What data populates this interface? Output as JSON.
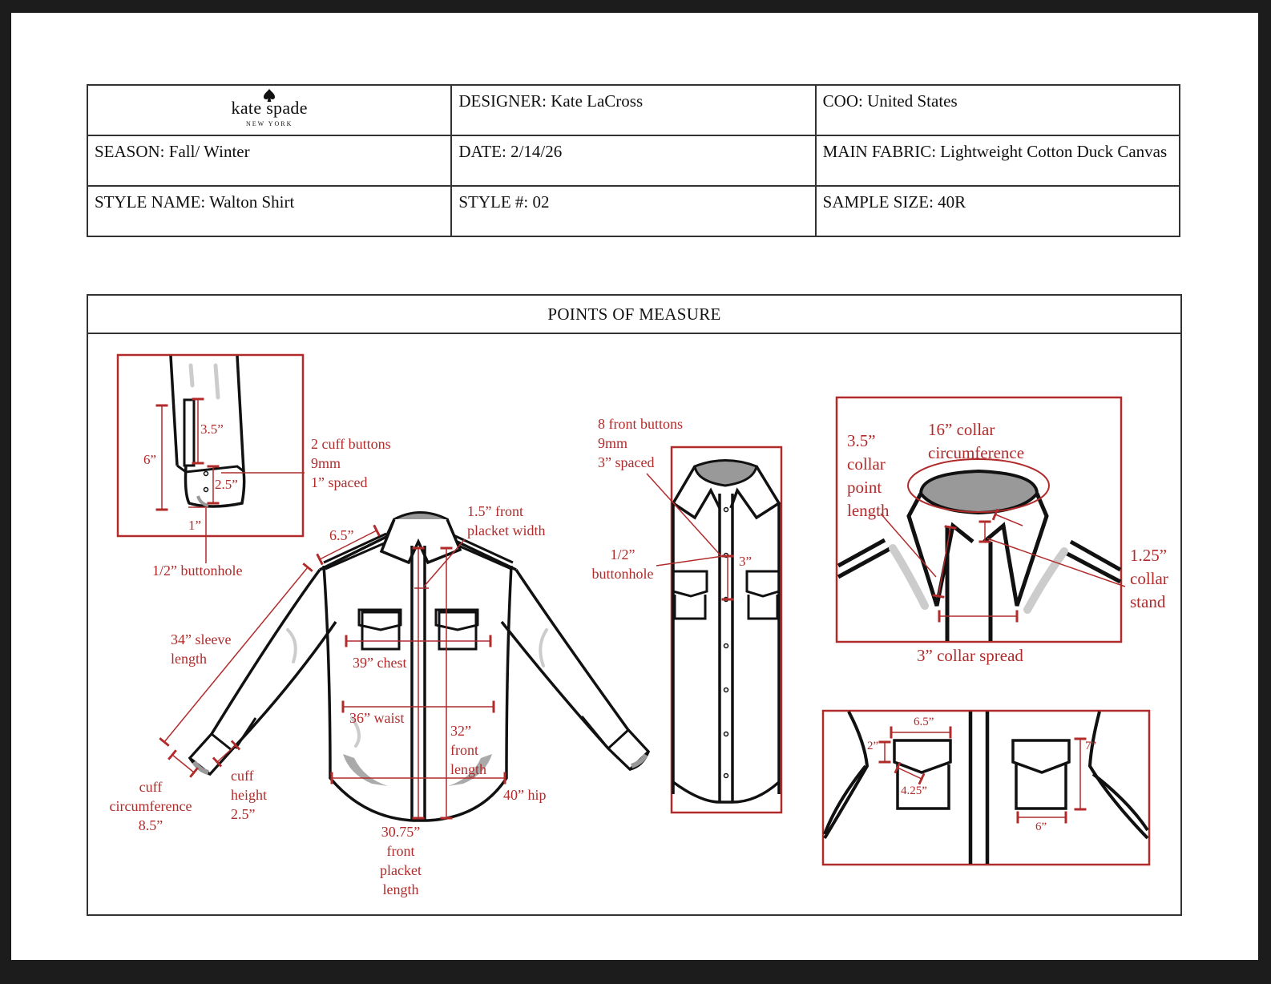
{
  "header": {
    "logo": {
      "name": "kate spade",
      "sub": "NEW YORK"
    },
    "designer": "DESIGNER: Kate LaCross",
    "coo": "COO: United States",
    "season": "SEASON: Fall/ Winter",
    "date": "DATE: 2/14/26",
    "main_fabric": "MAIN FABRIC: Lightweight Cotton Duck Canvas",
    "style_name": "STYLE NAME: Walton Shirt",
    "style_number": "STYLE #: 02",
    "sample_size": "SAMPLE SIZE: 40R"
  },
  "pom": {
    "title": "POINTS OF MEASURE",
    "cuff_detail": {
      "placket_length": "3.5”",
      "cuff_length": "6”",
      "cuff_height": "2.5”",
      "button_spacing": "1”",
      "cuff_buttons": "2 cuff buttons\n9mm\n1” spaced",
      "buttonhole": "1/2” buttonhole"
    },
    "shirt": {
      "shoulder": "6.5”",
      "placket_width": "1.5” front\nplacket width",
      "sleeve_length": "34” sleeve\nlength",
      "chest": "39” chest",
      "waist": "36” waist",
      "front_length": "32”\nfront\nlength",
      "hip": "40” hip",
      "cuff_circumference": "cuff\ncircumference\n8.5”",
      "cuff_height": "cuff\nheight\n2.5”",
      "placket_length": "30.75”\nfront\nplacket\nlength"
    },
    "front_detail": {
      "front_buttons": "8 front buttons\n9mm\n3” spaced",
      "buttonhole": "1/2”\nbuttonhole",
      "spacing": "3”"
    },
    "collar_detail": {
      "point_length": "3.5”\ncollar\npoint\nlength",
      "circumference": "16” collar\ncircumference",
      "stand": "1.25”\ncollar\nstand",
      "spread": "3” collar spread"
    },
    "pocket_detail": {
      "width": "6.5”",
      "flap_height": "2”",
      "flap_width": "4.25”",
      "pocket_height": "7”",
      "pocket_width": "6”"
    }
  },
  "colors": {
    "accent": "#b12b2b",
    "ink": "#111111",
    "shade": "#9a9a9a"
  }
}
